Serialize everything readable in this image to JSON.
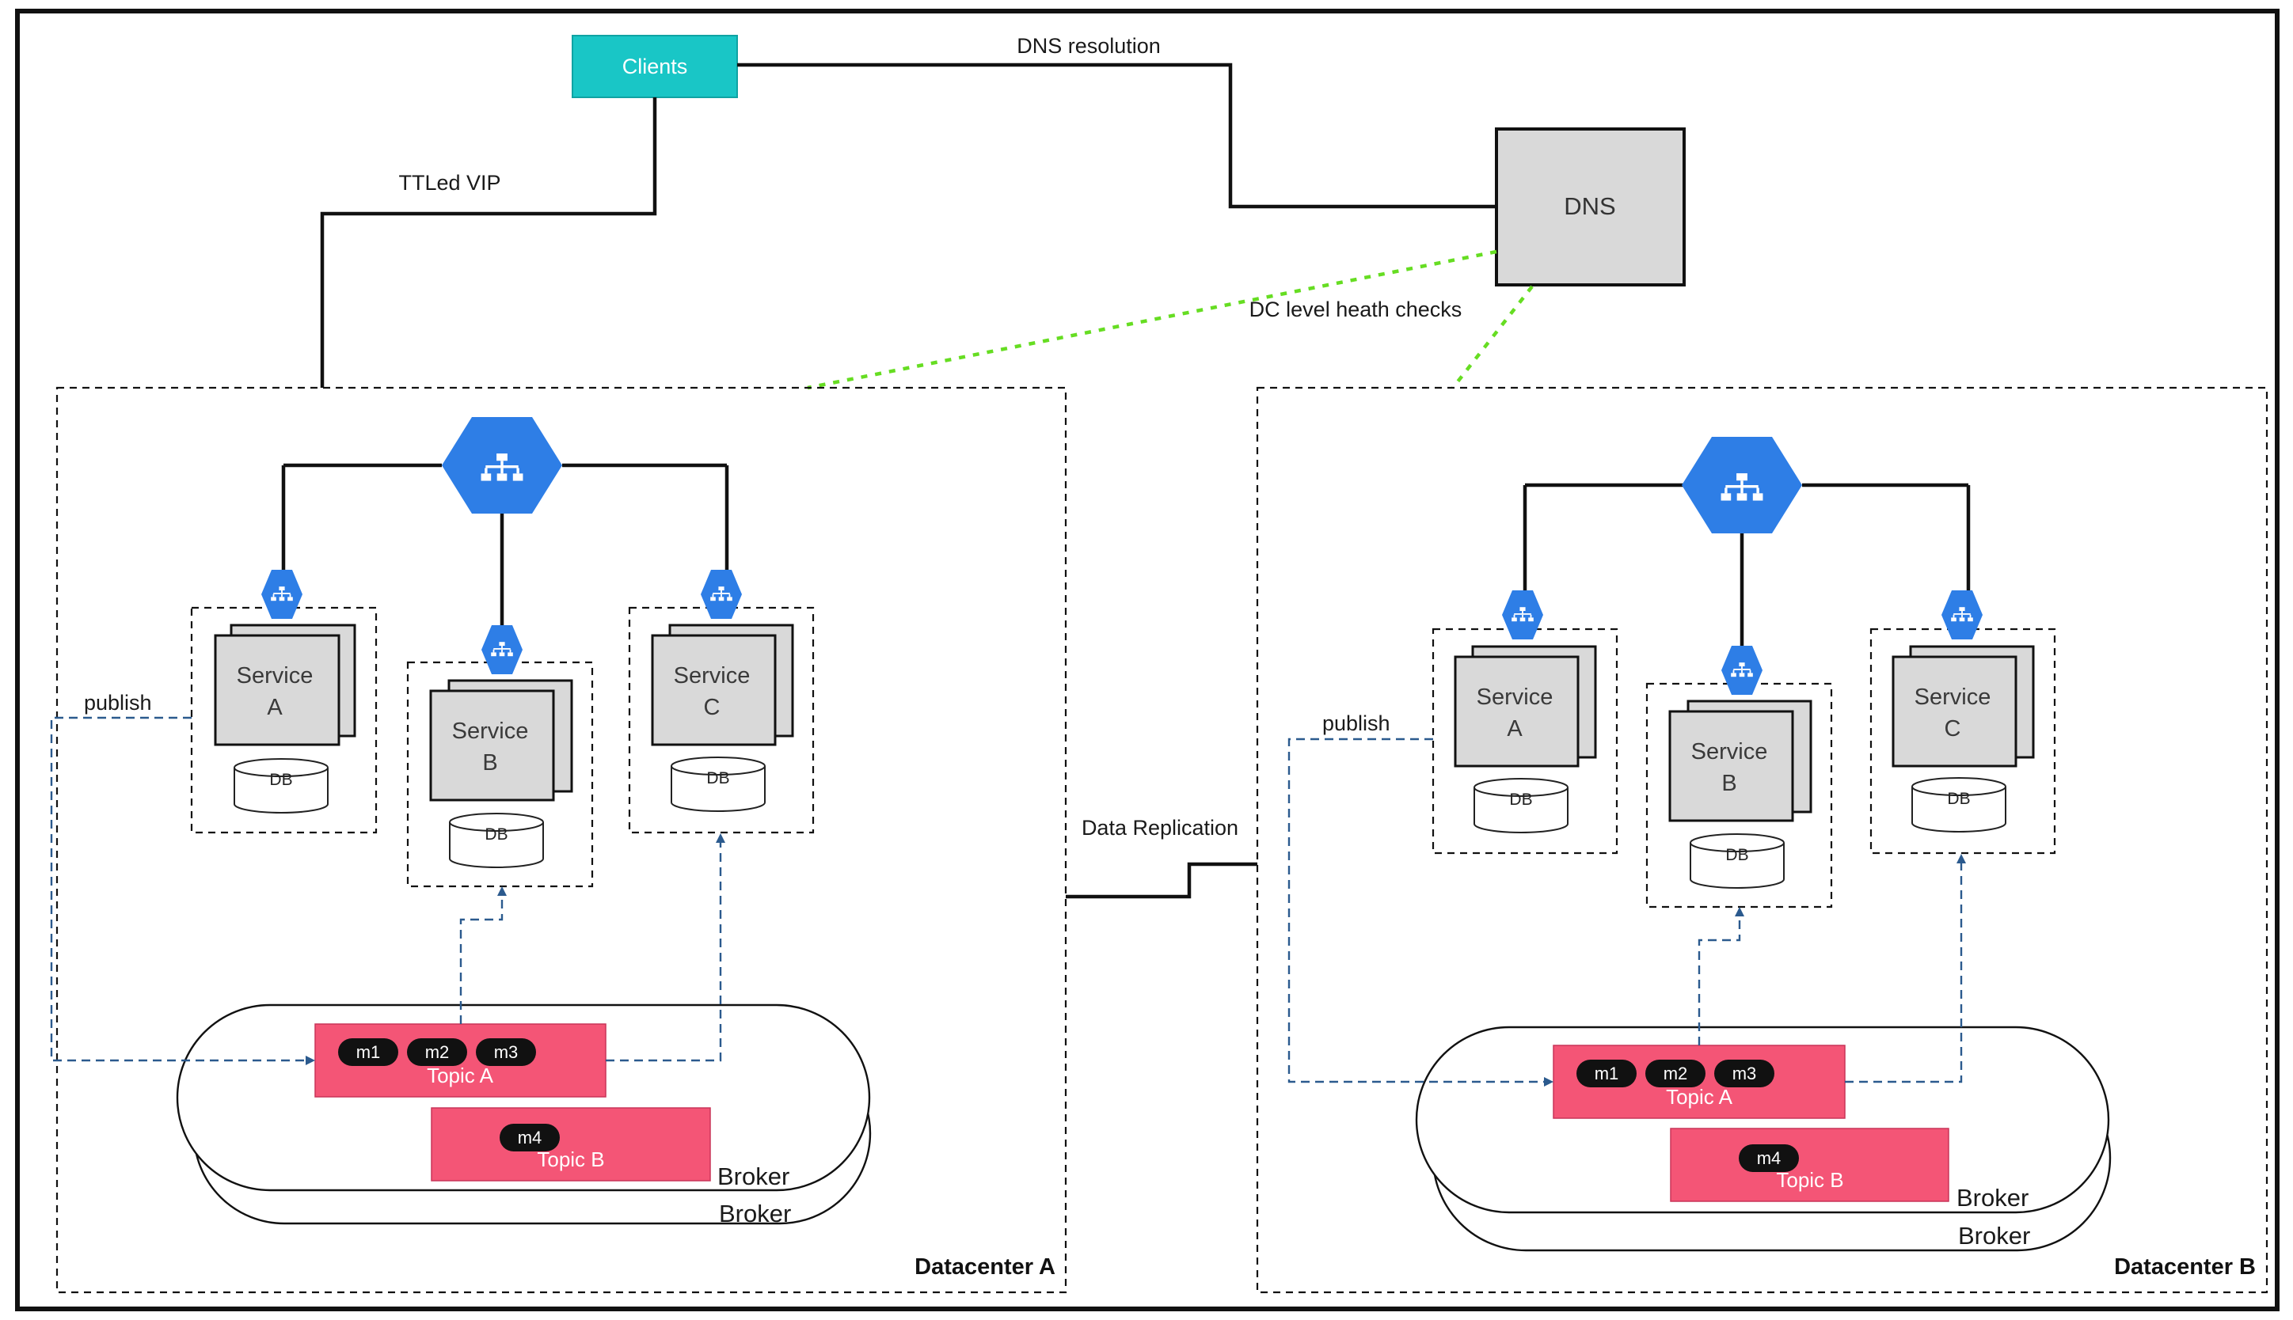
{
  "clients": {
    "label": "Clients",
    "fill": "#19c6c6"
  },
  "dns": {
    "label": "DNS"
  },
  "links": {
    "dns_resolution": "DNS resolution",
    "ttled_vip": "TTLed VIP",
    "health_checks": "DC level heath checks",
    "data_replication": "Data Replication"
  },
  "colors": {
    "load_balancer": "#2e7ee6",
    "topic": "#f45576",
    "message_pill": "#111111",
    "health_check_line": "#66dd22",
    "flow_line": "#2b5a8e"
  },
  "icons": {
    "load_balancer": "network-hierarchy-icon"
  },
  "datacenters": [
    {
      "name": "Datacenter A",
      "publish_label": "publish",
      "services": [
        {
          "line1": "Service",
          "line2": "A",
          "db": "DB"
        },
        {
          "line1": "Service",
          "line2": "B",
          "db": "DB"
        },
        {
          "line1": "Service",
          "line2": "C",
          "db": "DB"
        }
      ],
      "topics": [
        {
          "name": "Topic A",
          "messages": [
            "m1",
            "m2",
            "m3"
          ]
        },
        {
          "name": "Topic B",
          "messages": [
            "m4"
          ]
        }
      ],
      "brokers": [
        "Broker",
        "Broker"
      ]
    },
    {
      "name": "Datacenter B",
      "publish_label": "publish",
      "services": [
        {
          "line1": "Service",
          "line2": "A",
          "db": "DB"
        },
        {
          "line1": "Service",
          "line2": "B",
          "db": "DB"
        },
        {
          "line1": "Service",
          "line2": "C",
          "db": "DB"
        }
      ],
      "topics": [
        {
          "name": "Topic A",
          "messages": [
            "m1",
            "m2",
            "m3"
          ]
        },
        {
          "name": "Topic B",
          "messages": [
            "m4"
          ]
        }
      ],
      "brokers": [
        "Broker",
        "Broker"
      ]
    }
  ]
}
